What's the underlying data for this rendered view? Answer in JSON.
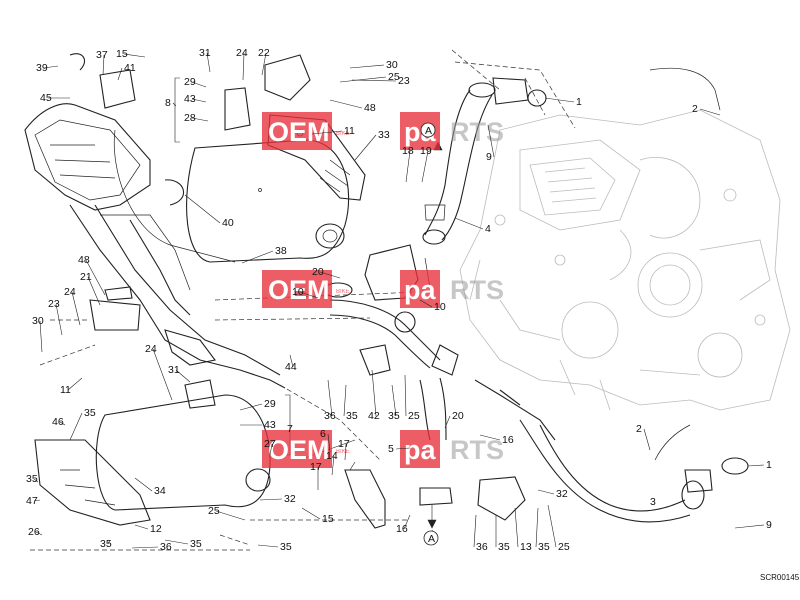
{
  "diagram": {
    "code": "SCR00145",
    "watermark": {
      "text_a": "OEM",
      "text_b": "RTS",
      "text_c": "pa",
      "small": "BIKE"
    },
    "callouts": [
      {
        "t": "39"
      },
      {
        "t": "37"
      },
      {
        "t": "41"
      },
      {
        "t": "15"
      },
      {
        "t": "45"
      },
      {
        "t": "31"
      },
      {
        "t": "24"
      },
      {
        "t": "22"
      },
      {
        "t": "29"
      },
      {
        "t": "43"
      },
      {
        "t": "8"
      },
      {
        "t": "28"
      },
      {
        "t": "30"
      },
      {
        "t": "25"
      },
      {
        "t": "23"
      },
      {
        "t": "48"
      },
      {
        "t": "11"
      },
      {
        "t": "33"
      },
      {
        "t": "1"
      },
      {
        "t": "2"
      },
      {
        "t": "A"
      },
      {
        "t": "18"
      },
      {
        "t": "19"
      },
      {
        "t": "9"
      },
      {
        "t": "4"
      },
      {
        "t": "40"
      },
      {
        "t": "38"
      },
      {
        "t": "20"
      },
      {
        "t": "10"
      },
      {
        "t": "10"
      },
      {
        "t": "48"
      },
      {
        "t": "21"
      },
      {
        "t": "23"
      },
      {
        "t": "24"
      },
      {
        "t": "30"
      },
      {
        "t": "11"
      },
      {
        "t": "24"
      },
      {
        "t": "31"
      },
      {
        "t": "44"
      },
      {
        "t": "36"
      },
      {
        "t": "35"
      },
      {
        "t": "42"
      },
      {
        "t": "35"
      },
      {
        "t": "25"
      },
      {
        "t": "29"
      },
      {
        "t": "43"
      },
      {
        "t": "7"
      },
      {
        "t": "27"
      },
      {
        "t": "6"
      },
      {
        "t": "14"
      },
      {
        "t": "17"
      },
      {
        "t": "17"
      },
      {
        "t": "46"
      },
      {
        "t": "35"
      },
      {
        "t": "35"
      },
      {
        "t": "34"
      },
      {
        "t": "47"
      },
      {
        "t": "12"
      },
      {
        "t": "26"
      },
      {
        "t": "35"
      },
      {
        "t": "36"
      },
      {
        "t": "35"
      },
      {
        "t": "25"
      },
      {
        "t": "32"
      },
      {
        "t": "35"
      },
      {
        "t": "15"
      },
      {
        "t": "16"
      },
      {
        "t": "5"
      },
      {
        "t": "20"
      },
      {
        "t": "16"
      },
      {
        "t": "32"
      },
      {
        "t": "36"
      },
      {
        "t": "35"
      },
      {
        "t": "13"
      },
      {
        "t": "35"
      },
      {
        "t": "25"
      },
      {
        "t": "A"
      },
      {
        "t": "2"
      },
      {
        "t": "1"
      },
      {
        "t": "3"
      },
      {
        "t": "9"
      }
    ]
  }
}
